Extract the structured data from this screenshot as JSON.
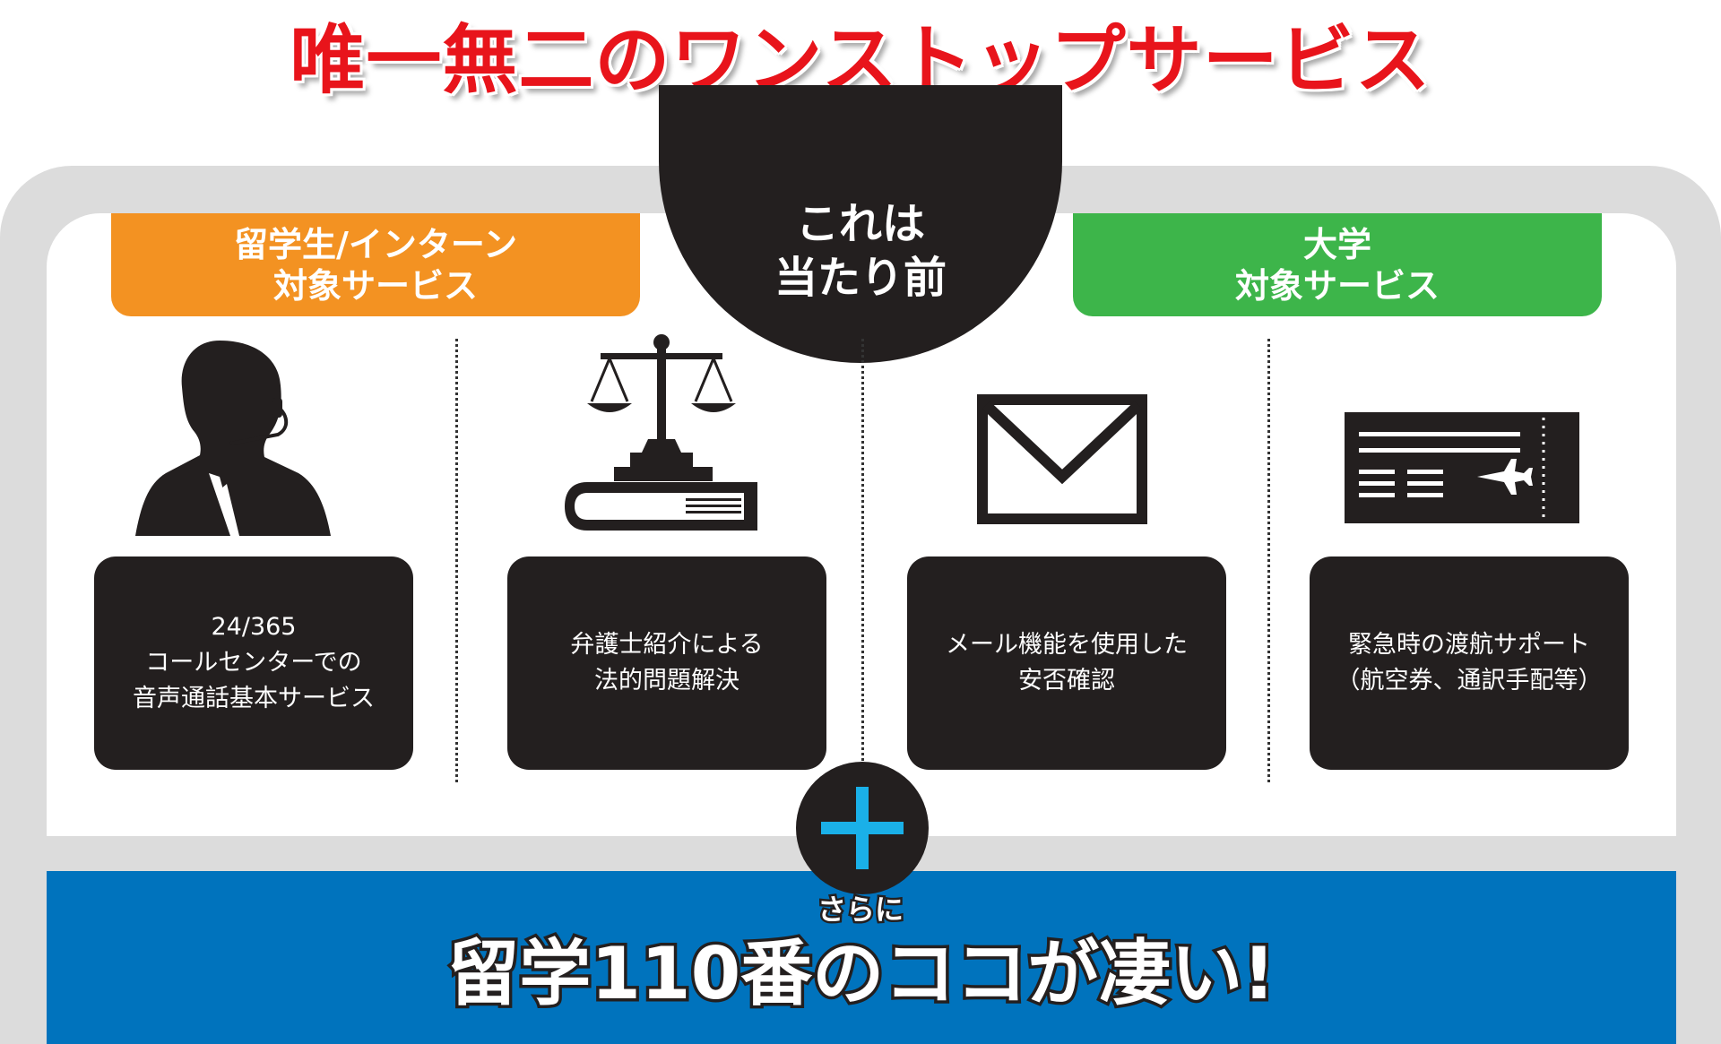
{
  "headline": "唯一無二のワンストップサービス",
  "center_badge": "これは\n当たり前",
  "tags": {
    "student": "留学生/インターン\n対象サービス",
    "university": "大学\n対象サービス"
  },
  "services": [
    {
      "icon": "call-center-agent-icon",
      "text": "24/365\nコールセンターでの\n音声通話基本サービス"
    },
    {
      "icon": "scales-of-justice-icon",
      "text": "弁護士紹介による\n法的問題解決"
    },
    {
      "icon": "envelope-icon",
      "text": "メール機能を使用した\n安否確認"
    },
    {
      "icon": "airplane-ticket-icon",
      "text": "緊急時の渡航サポート\n（航空券、通訳手配等）"
    }
  ],
  "plus_icon": "plus-icon",
  "banner": {
    "kicker": "さらに",
    "title": "留学110番のココが凄い!"
  },
  "colors": {
    "headline_red": "#e8141b",
    "orange": "#f39222",
    "green": "#3db54a",
    "dark": "#231f1f",
    "blue": "#0073bd",
    "cyan_plus": "#1ab0e8",
    "frame_gray": "#dcdcdc"
  }
}
